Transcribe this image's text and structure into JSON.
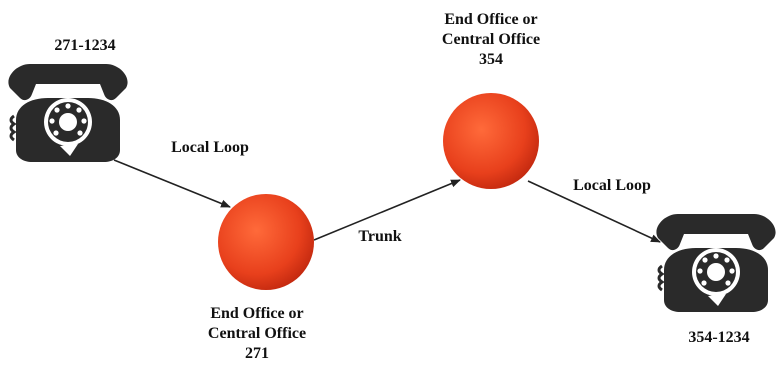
{
  "phones": {
    "left": {
      "number": "271-1234",
      "icon": "telephone-icon"
    },
    "right": {
      "number": "354-1234",
      "icon": "telephone-icon"
    }
  },
  "offices": {
    "left": {
      "line1": "End Office or",
      "line2": "Central Office",
      "line3": "271",
      "color": "#e8401c"
    },
    "right": {
      "line1": "End Office or",
      "line2": "Central Office",
      "line3": "354",
      "color": "#e8401c"
    }
  },
  "links": {
    "loop_left": "Local Loop",
    "trunk": "Trunk",
    "loop_right": "Local Loop"
  }
}
